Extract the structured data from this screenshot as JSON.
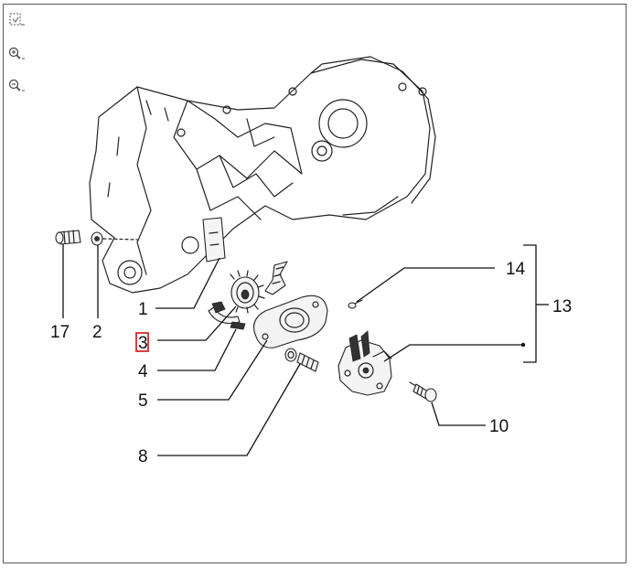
{
  "toolbar": {
    "fit_icon": "fit-to-window-icon",
    "zoom_in_icon": "zoom-in-icon",
    "zoom_out_icon": "zoom-out-icon"
  },
  "callouts": {
    "c1": "1",
    "c2": "2",
    "c3": "3",
    "c4": "4",
    "c5": "5",
    "c8": "8",
    "c10": "10",
    "c13": "13",
    "c14": "14",
    "c17": "17"
  },
  "highlight": {
    "selected_callout": "3",
    "color": "#d01010"
  }
}
